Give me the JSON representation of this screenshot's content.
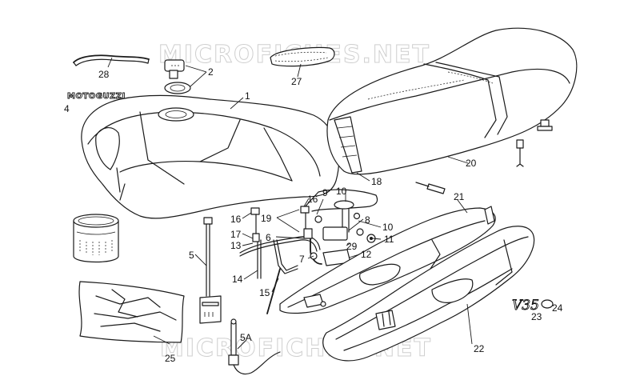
{
  "watermark": "MICROFICHES.NET",
  "logos": {
    "tank_badge": "MOTOGUZZI",
    "side_badge": "V35"
  },
  "labels": {
    "p1": "1",
    "p2": "2",
    "p4": "4",
    "p5": "5",
    "p5a": "5A",
    "p6": "6",
    "p7": "7",
    "p8": "8",
    "p9": "9",
    "p10a": "10",
    "p10b": "10",
    "p11": "11",
    "p12": "12",
    "p13": "13",
    "p14": "14",
    "p15": "15",
    "p16a": "16",
    "p16b": "16",
    "p17": "17",
    "p18": "18",
    "p19": "19",
    "p20": "20",
    "p21": "21",
    "p22": "22",
    "p23": "23",
    "p24": "24",
    "p25": "25",
    "p27": "27",
    "p28": "28",
    "p29": "29"
  }
}
